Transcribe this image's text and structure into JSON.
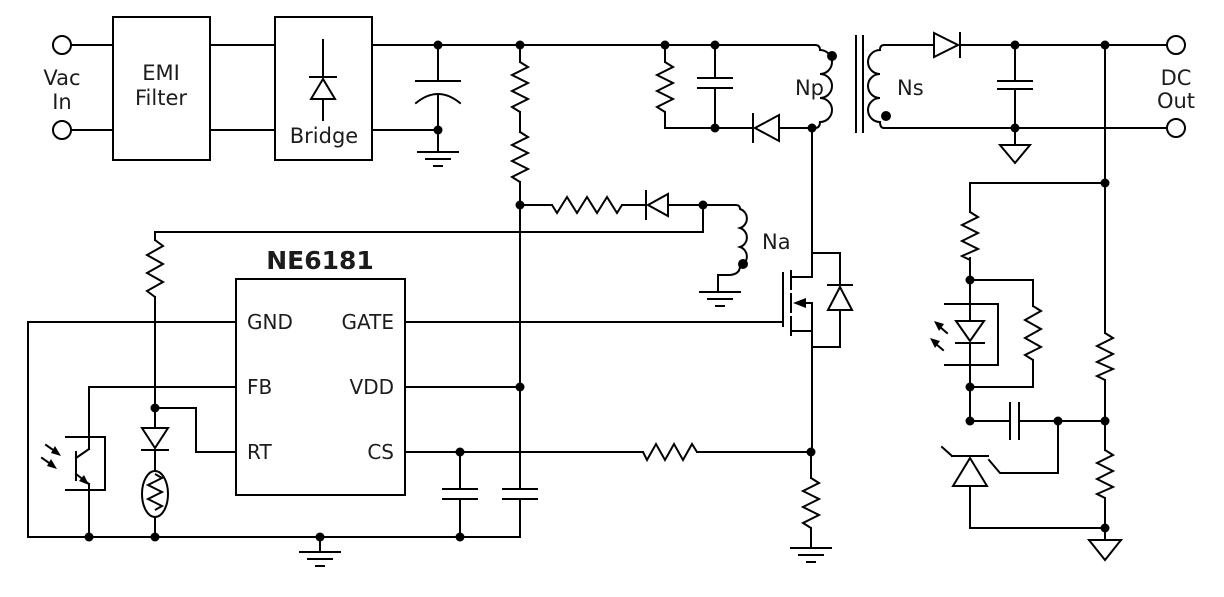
{
  "colors": {
    "line": "#000000",
    "text": "#1c1c1c",
    "background": "#ffffff"
  },
  "input": {
    "label_line1": "Vac",
    "label_line2": "In"
  },
  "blocks": {
    "emi_line1": "EMI",
    "emi_line2": "Filter",
    "bridge": "Bridge"
  },
  "ic": {
    "part_number": "NE6181",
    "pins": {
      "gnd": "GND",
      "fb": "FB",
      "rt": "RT",
      "gate": "GATE",
      "vdd": "VDD",
      "cs": "CS"
    }
  },
  "transformer": {
    "primary": "Np",
    "secondary": "Ns",
    "auxiliary": "Na"
  },
  "output": {
    "label_line1": "DC",
    "label_line2": "Out"
  }
}
